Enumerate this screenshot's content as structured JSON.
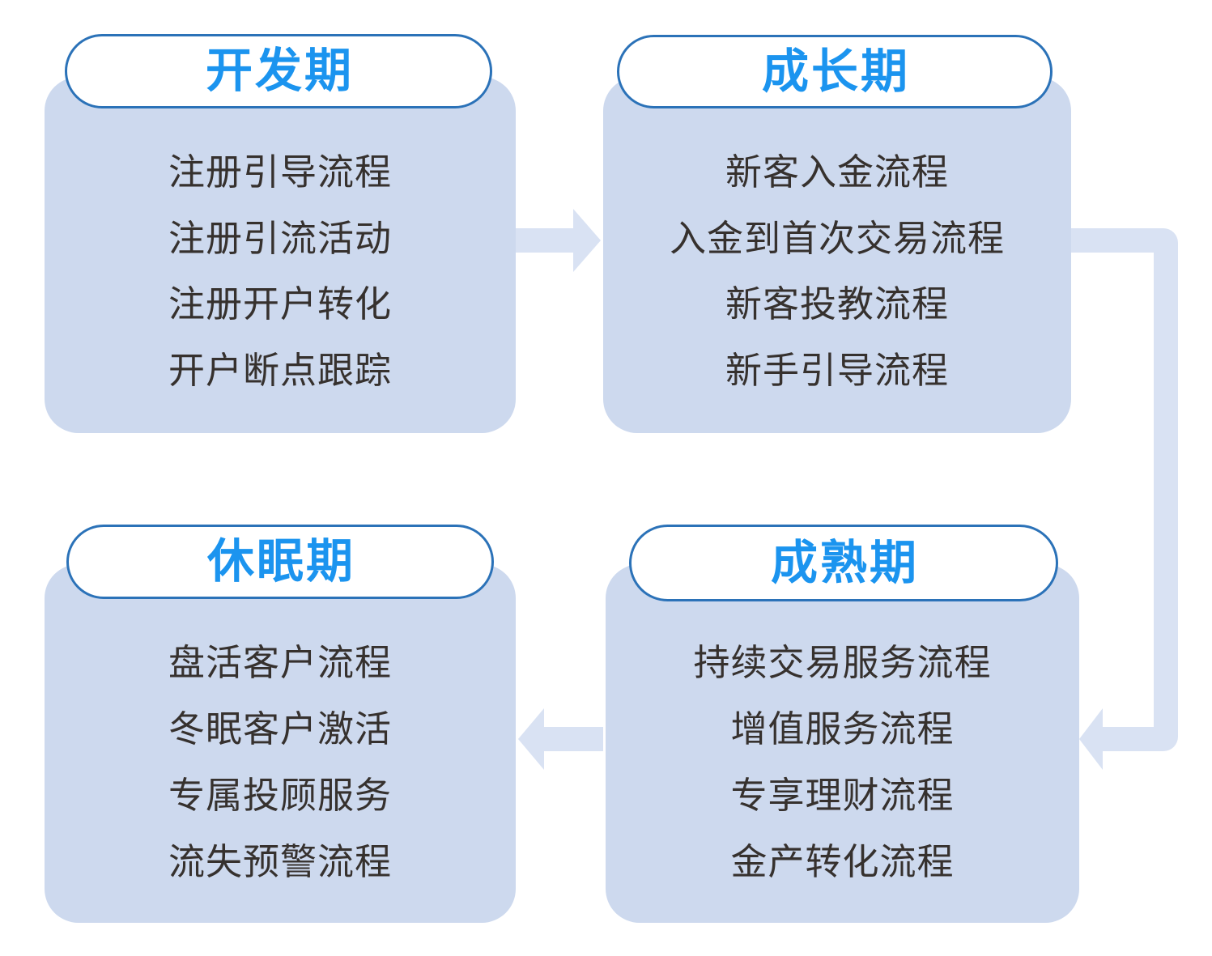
{
  "diagram": {
    "name": "customer-lifecycle-flow",
    "colors": {
      "card_fill": "#CDD9EE",
      "arrow_fill": "#D9E2F3",
      "pill_border": "#2B72B8",
      "title_blue": "#1B94EF",
      "body_text": "#36312E"
    }
  },
  "cards": [
    {
      "id": "development",
      "title": "开发期",
      "items": [
        "注册引导流程",
        "注册引流活动",
        "注册开户转化",
        "开户断点跟踪"
      ]
    },
    {
      "id": "growth",
      "title": "成长期",
      "items": [
        "新客入金流程",
        "入金到首次交易流程",
        "新客投教流程",
        "新手引导流程"
      ]
    },
    {
      "id": "mature",
      "title": "成熟期",
      "items": [
        "持续交易服务流程",
        "增值服务流程",
        "专享理财流程",
        "金产转化流程"
      ]
    },
    {
      "id": "dormant",
      "title": "休眠期",
      "items": [
        "盘活客户流程",
        "冬眠客户激活",
        "专属投顾服务",
        "流失预警流程"
      ]
    }
  ],
  "flow": [
    {
      "from": "开发期",
      "to": "成长期"
    },
    {
      "from": "成长期",
      "to": "成熟期"
    },
    {
      "from": "成熟期",
      "to": "休眠期"
    }
  ]
}
